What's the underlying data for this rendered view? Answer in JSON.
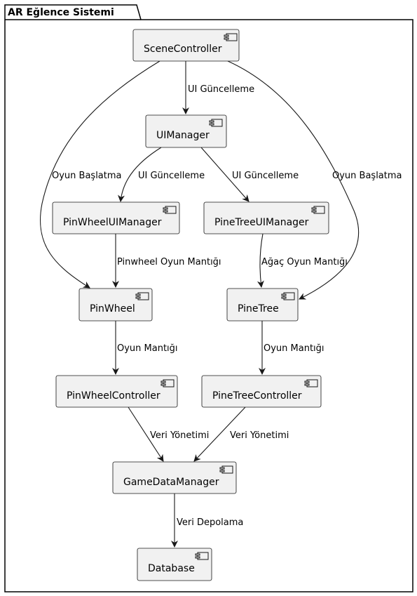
{
  "package": {
    "title": "AR Eğlence Sistemi"
  },
  "components": {
    "scene_controller": "SceneController",
    "ui_manager": "UIManager",
    "pinwheel_ui_manager": "PinWheelUIManager",
    "pinetree_ui_manager": "PineTreeUIManager",
    "pinwheel": "PinWheel",
    "pinetree": "PineTree",
    "pinwheel_controller": "PinWheelController",
    "pinetree_controller": "PineTreeController",
    "game_data_manager": "GameDataManager",
    "database": "Database"
  },
  "edges": {
    "scene_to_ui": "UI Güncelleme",
    "scene_to_pinwheel": "Oyun Başlatma",
    "scene_to_pinetree": "Oyun Başlatma",
    "ui_to_pinwheel_ui": "UI Güncelleme",
    "ui_to_pinetree_ui": "UI Güncelleme",
    "pinwheel_ui_to_pinwheel": "Pinwheel Oyun Mantığı",
    "pinetree_ui_to_pinetree": "Ağaç Oyun Mantığı",
    "pinwheel_to_controller": "Oyun Mantığı",
    "pinetree_to_controller": "Oyun Mantığı",
    "pinwheel_controller_to_gdm": "Veri Yönetimi",
    "pinetree_controller_to_gdm": "Veri Yönetimi",
    "gdm_to_database": "Veri Depolama"
  },
  "colors": {
    "node_fill": "#f1f1f1",
    "node_stroke": "#181818",
    "edge": "#181818"
  }
}
